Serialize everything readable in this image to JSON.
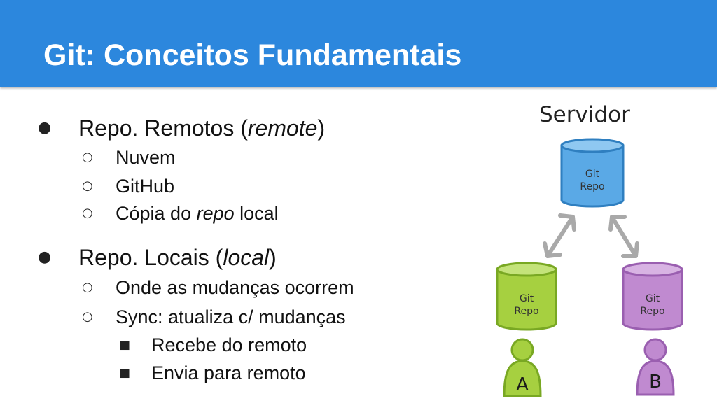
{
  "slide": {
    "title": "Git: Conceitos Fundamentais"
  },
  "bullets": {
    "remotes": {
      "prefix": "Repo. Remotos (",
      "italic": "remote",
      "suffix": ")",
      "items": [
        "Nuvem",
        "GitHub"
      ],
      "copy_item": {
        "prefix": "Cópia do ",
        "italic": "repo",
        "suffix": " local"
      }
    },
    "locals": {
      "prefix": "Repo. Locais (",
      "italic": "local",
      "suffix": ")",
      "items": [
        "Onde as mudanças ocorrem",
        "Sync: atualiza c/ mudanças"
      ],
      "subitems": [
        "Recebe do remoto",
        "Envia para remoto"
      ]
    }
  },
  "diagram": {
    "server_label": "Servidor",
    "server_repo": {
      "line1": "Git",
      "line2": "Repo",
      "color": "#5aa9e6"
    },
    "repo_a": {
      "line1": "Git",
      "line2": "Repo",
      "color": "#a6d040",
      "user": "A"
    },
    "repo_b": {
      "line1": "Git",
      "line2": "Repo",
      "color": "#c08ad0",
      "user": "B"
    },
    "arrow_color": "#a9a9a9"
  },
  "colors": {
    "header": "#2c87dd",
    "title_text": "#ffffff",
    "body_text": "#111111"
  }
}
